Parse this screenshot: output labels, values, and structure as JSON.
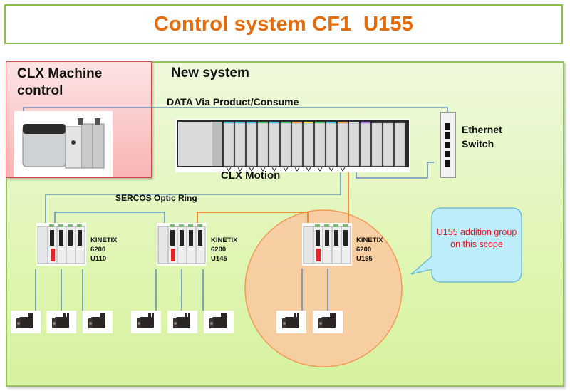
{
  "title": "Control system CF1  U155",
  "panels": {
    "clx_machine": {
      "line1": "CLX Machine",
      "line2": "control"
    },
    "new_system": "New system"
  },
  "labels": {
    "data_link": "DATA Via Product/Consume",
    "clx_motion": "CLX Motion",
    "ethernet_switch": {
      "line1": "Ethernet",
      "line2": "Switch"
    },
    "sercos_ring": "SERCOS Optic Ring"
  },
  "drives": [
    {
      "family": "KINETIX",
      "model": "6200",
      "unit": "U110",
      "motors": 3
    },
    {
      "family": "KINETIX",
      "model": "6200",
      "unit": "U145",
      "motors": 3
    },
    {
      "family": "KINETIX",
      "model": "6200",
      "unit": "U155",
      "motors": 2
    }
  ],
  "callout": {
    "text": "U155 addition group on this scope"
  },
  "colors": {
    "title": "#e46c0a",
    "blue_wire": "#4a7ec0",
    "orange_wire": "#f08a3c",
    "scope_circle": "#fbc9a4",
    "callout_fill": "#bfeefa",
    "callout_text": "#e8141f"
  }
}
